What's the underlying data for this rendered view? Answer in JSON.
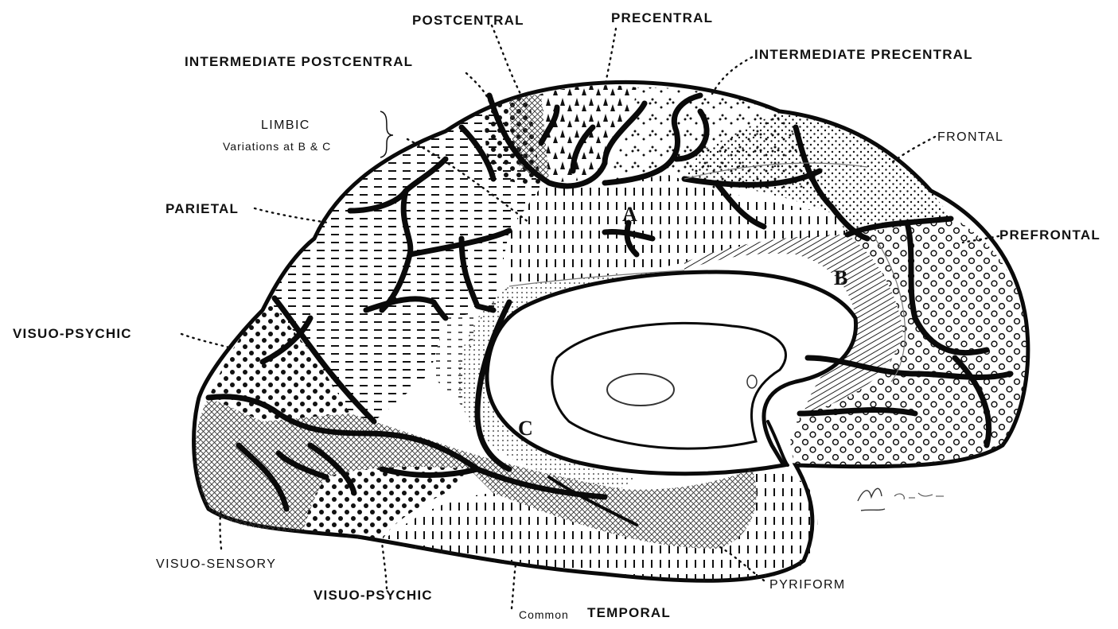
{
  "labels": {
    "postcentral": "POSTCENTRAL",
    "precentral": "PRECENTRAL",
    "intermediate_postcentral": "INTERMEDIATE  POSTCENTRAL",
    "intermediate_precentral": "INTERMEDIATE  PRECENTRAL",
    "limbic": "LIMBIC",
    "limbic_note": "Variations  at  B & C",
    "frontal": "FRONTAL",
    "parietal": "PARIETAL",
    "prefrontal": "PREFRONTAL",
    "visuo_psychic_left": "VISUO-PSYCHIC",
    "visuo_sensory": "VISUO-SENSORY",
    "visuo_psychic_bottom": "VISUO-PSYCHIC",
    "common_temporal_prefix": "Common",
    "common_temporal": "TEMPORAL",
    "pyriform": "PYRIFORM"
  },
  "region_letters": {
    "a": "A",
    "b": "B",
    "c": "C"
  },
  "signature": "AwC  Del. et fec."
}
